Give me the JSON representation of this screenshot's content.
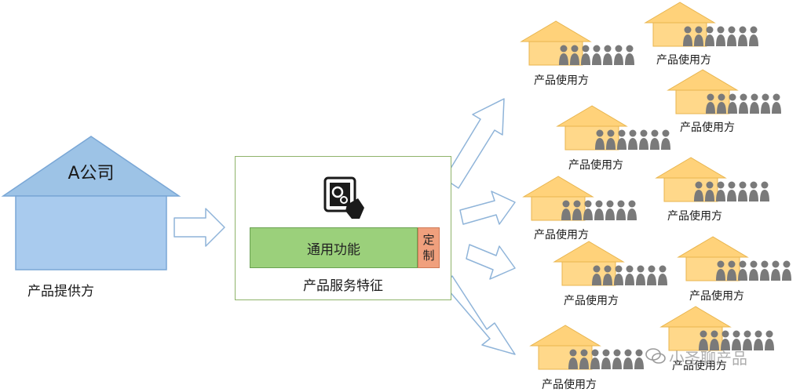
{
  "provider": {
    "name": "A公司",
    "label": "产品提供方"
  },
  "service": {
    "general_label": "通用功能",
    "custom_chars": [
      "定",
      "制"
    ],
    "label": "产品服务特征"
  },
  "users": [
    {
      "label": "产品使用方"
    },
    {
      "label": "产品使用方"
    },
    {
      "label": "产品使用方"
    },
    {
      "label": "产品使用方"
    },
    {
      "label": "产品使用方"
    },
    {
      "label": "产品使用方"
    },
    {
      "label": "产品使用方"
    },
    {
      "label": "产品使用方"
    },
    {
      "label": "产品使用方"
    },
    {
      "label": "产品使用方"
    }
  ],
  "watermark": "小圣聊产品",
  "colors": {
    "provider_fill": "#9dc3e6",
    "user_fill": "#ffd27a",
    "general_fill": "#9bd07b",
    "custom_fill": "#f0a07d",
    "people_fill": "#7a7a7a"
  }
}
